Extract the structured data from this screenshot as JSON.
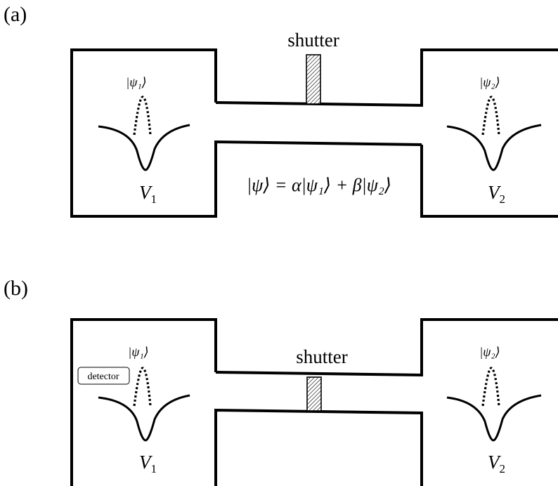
{
  "panels": [
    {
      "label": "(a)",
      "shutter_label": "shutter",
      "left_state": "|ψ₁⟩",
      "right_state": "|ψ₂⟩",
      "left_potential": "V",
      "left_potential_sub": "1",
      "right_potential": "V",
      "right_potential_sub": "2",
      "equation": "|ψ⟩ = α|ψ₁⟩ + β|ψ₂⟩"
    },
    {
      "label": "(b)",
      "shutter_label": "shutter",
      "left_state": "|ψ₁⟩",
      "right_state": "|ψ₂⟩",
      "left_potential": "V",
      "left_potential_sub": "1",
      "right_potential": "V",
      "right_potential_sub": "2",
      "detector_label": "detector"
    }
  ]
}
